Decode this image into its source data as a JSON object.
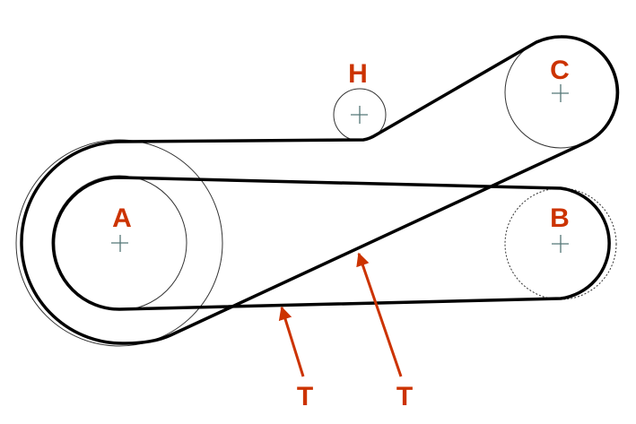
{
  "labels": {
    "A": "A",
    "B": "B",
    "C": "C",
    "H": "H",
    "T1": "T",
    "T2": "T"
  },
  "colors": {
    "label": "#cc3300",
    "belt": "#000000",
    "pulley": "#333333",
    "center_mark": "#557777"
  }
}
